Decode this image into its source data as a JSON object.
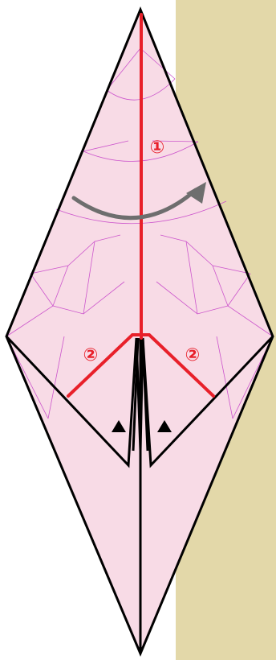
{
  "colors": {
    "background": "#ffffff",
    "side_panel": "#e3d8a9",
    "paper_fill": "#f8dbe6",
    "outline": "#000000",
    "crease": "#cc55cc",
    "fold_line": "#e8202a",
    "arrow": "#6e6e6e",
    "marker": "#000000"
  },
  "labels": {
    "step_one": "①",
    "step_two_left": "②",
    "step_two_right": "②"
  },
  "icons": {
    "fold_arrow": "curved-arrow-right-icon",
    "squash_marker": "triangle-marker-icon"
  }
}
